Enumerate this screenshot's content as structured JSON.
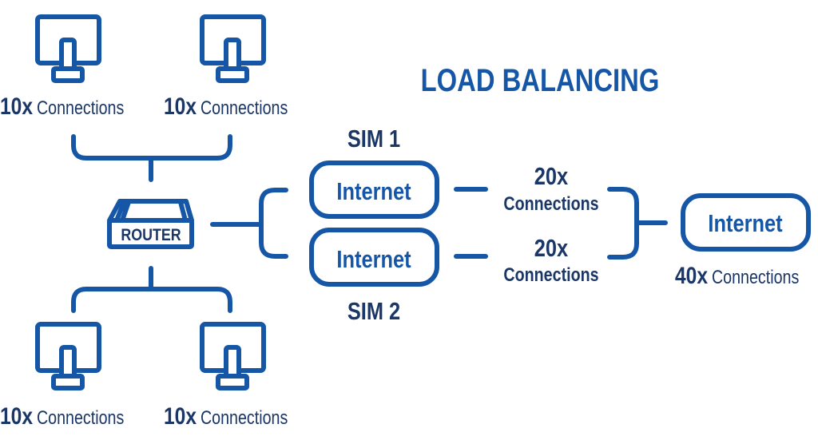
{
  "title": "LOAD BALANCING",
  "colors": {
    "accent": "#1656a6",
    "text": "#1b3767",
    "background": "#ffffff"
  },
  "router": {
    "label": "ROUTER",
    "icon": "router-icon"
  },
  "computers": [
    {
      "id": "top-left",
      "icon": "monitor-icon",
      "count": "10x",
      "label": "Connections"
    },
    {
      "id": "top-right",
      "icon": "monitor-icon",
      "count": "10x",
      "label": "Connections"
    },
    {
      "id": "bottom-left",
      "icon": "monitor-icon",
      "count": "10x",
      "label": "Connections"
    },
    {
      "id": "bottom-right",
      "icon": "monitor-icon",
      "count": "10x",
      "label": "Connections"
    }
  ],
  "sims": [
    {
      "label": "SIM 1",
      "box_label": "Internet",
      "count": "20x",
      "connections_label": "Connections"
    },
    {
      "label": "SIM 2",
      "box_label": "Internet",
      "count": "20x",
      "connections_label": "Connections"
    }
  ],
  "output": {
    "box_label": "Internet",
    "count": "40x",
    "connections_label": "Connections"
  }
}
